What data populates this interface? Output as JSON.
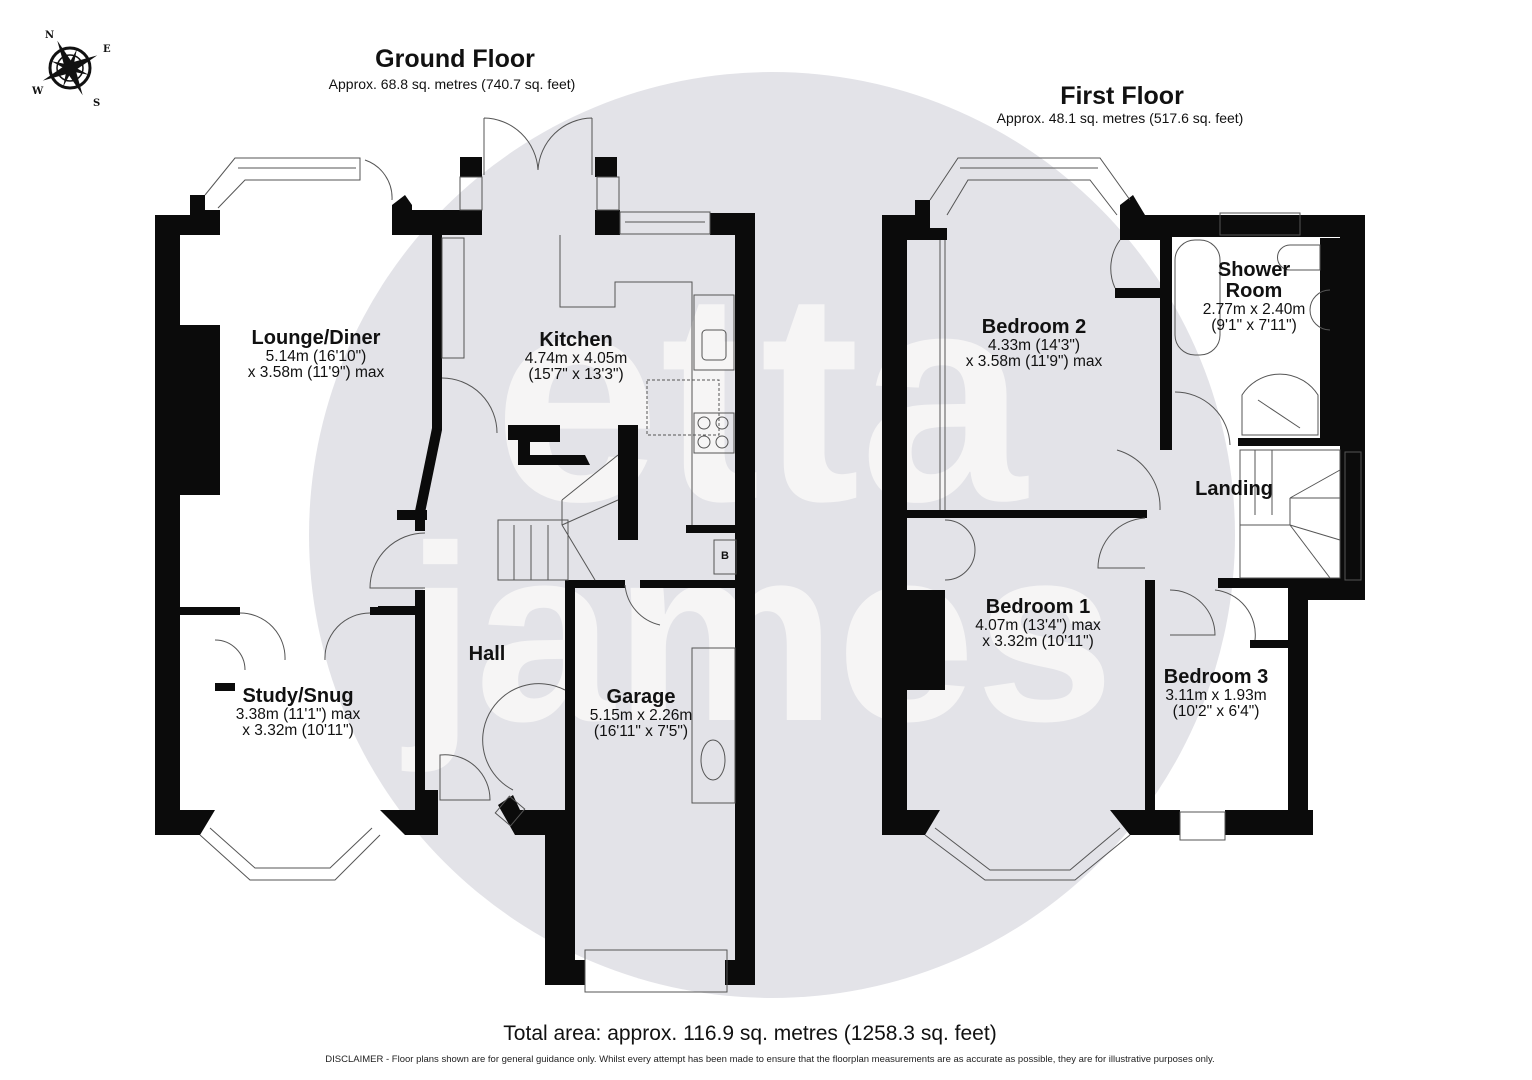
{
  "compass": {
    "n": "N",
    "e": "E",
    "s": "S",
    "w": "W"
  },
  "ground_floor": {
    "title": "Ground Floor",
    "area": "Approx. 68.8 sq. metres (740.7 sq. feet)",
    "rooms": [
      {
        "name": "Lounge/Diner",
        "dim1": "5.14m (16'10\")",
        "dim2": "x 3.58m (11'9\") max"
      },
      {
        "name": "Kitchen",
        "dim1": "4.74m x 4.05m",
        "dim2": "(15'7\" x 13'3\")"
      },
      {
        "name": "Hall",
        "dim1": "",
        "dim2": ""
      },
      {
        "name": "Study/Snug",
        "dim1": "3.38m (11'1\") max",
        "dim2": "x 3.32m (10'11\")"
      },
      {
        "name": "Garage",
        "dim1": "5.15m x 2.26m",
        "dim2": "(16'11\" x 7'5\")"
      }
    ],
    "boiler_label": "B"
  },
  "first_floor": {
    "title": "First Floor",
    "area": "Approx. 48.1 sq. metres (517.6 sq. feet)",
    "rooms": [
      {
        "name": "Bedroom 2",
        "dim1": "4.33m (14'3\")",
        "dim2": "x 3.58m (11'9\") max"
      },
      {
        "name_line1": "Shower",
        "name_line2": "Room",
        "dim1": "2.77m x 2.40m",
        "dim2": "(9'1\" x 7'11\")"
      },
      {
        "name": "Landing"
      },
      {
        "name": "Bedroom 1",
        "dim1": "4.07m (13'4\") max",
        "dim2": "x 3.32m (10'11\")"
      },
      {
        "name": "Bedroom 3",
        "dim1": "3.11m x 1.93m",
        "dim2": "(10'2\" x 6'4\")"
      }
    ]
  },
  "watermark": {
    "line1": "etta",
    "line2": "james",
    "circle_color": "#e3e3e8"
  },
  "colors": {
    "wall": "#0b0b0b",
    "fixture_line": "#555555",
    "background": "#ffffff"
  },
  "footer": {
    "total_area": "Total area: approx. 116.9 sq. metres (1258.3 sq. feet)",
    "disclaimer": "DISCLAIMER -  Floor plans shown are for general guidance only. Whilst every attempt has been made to ensure that the floorplan measurements are as accurate as possible, they are for illustrative purposes only."
  }
}
